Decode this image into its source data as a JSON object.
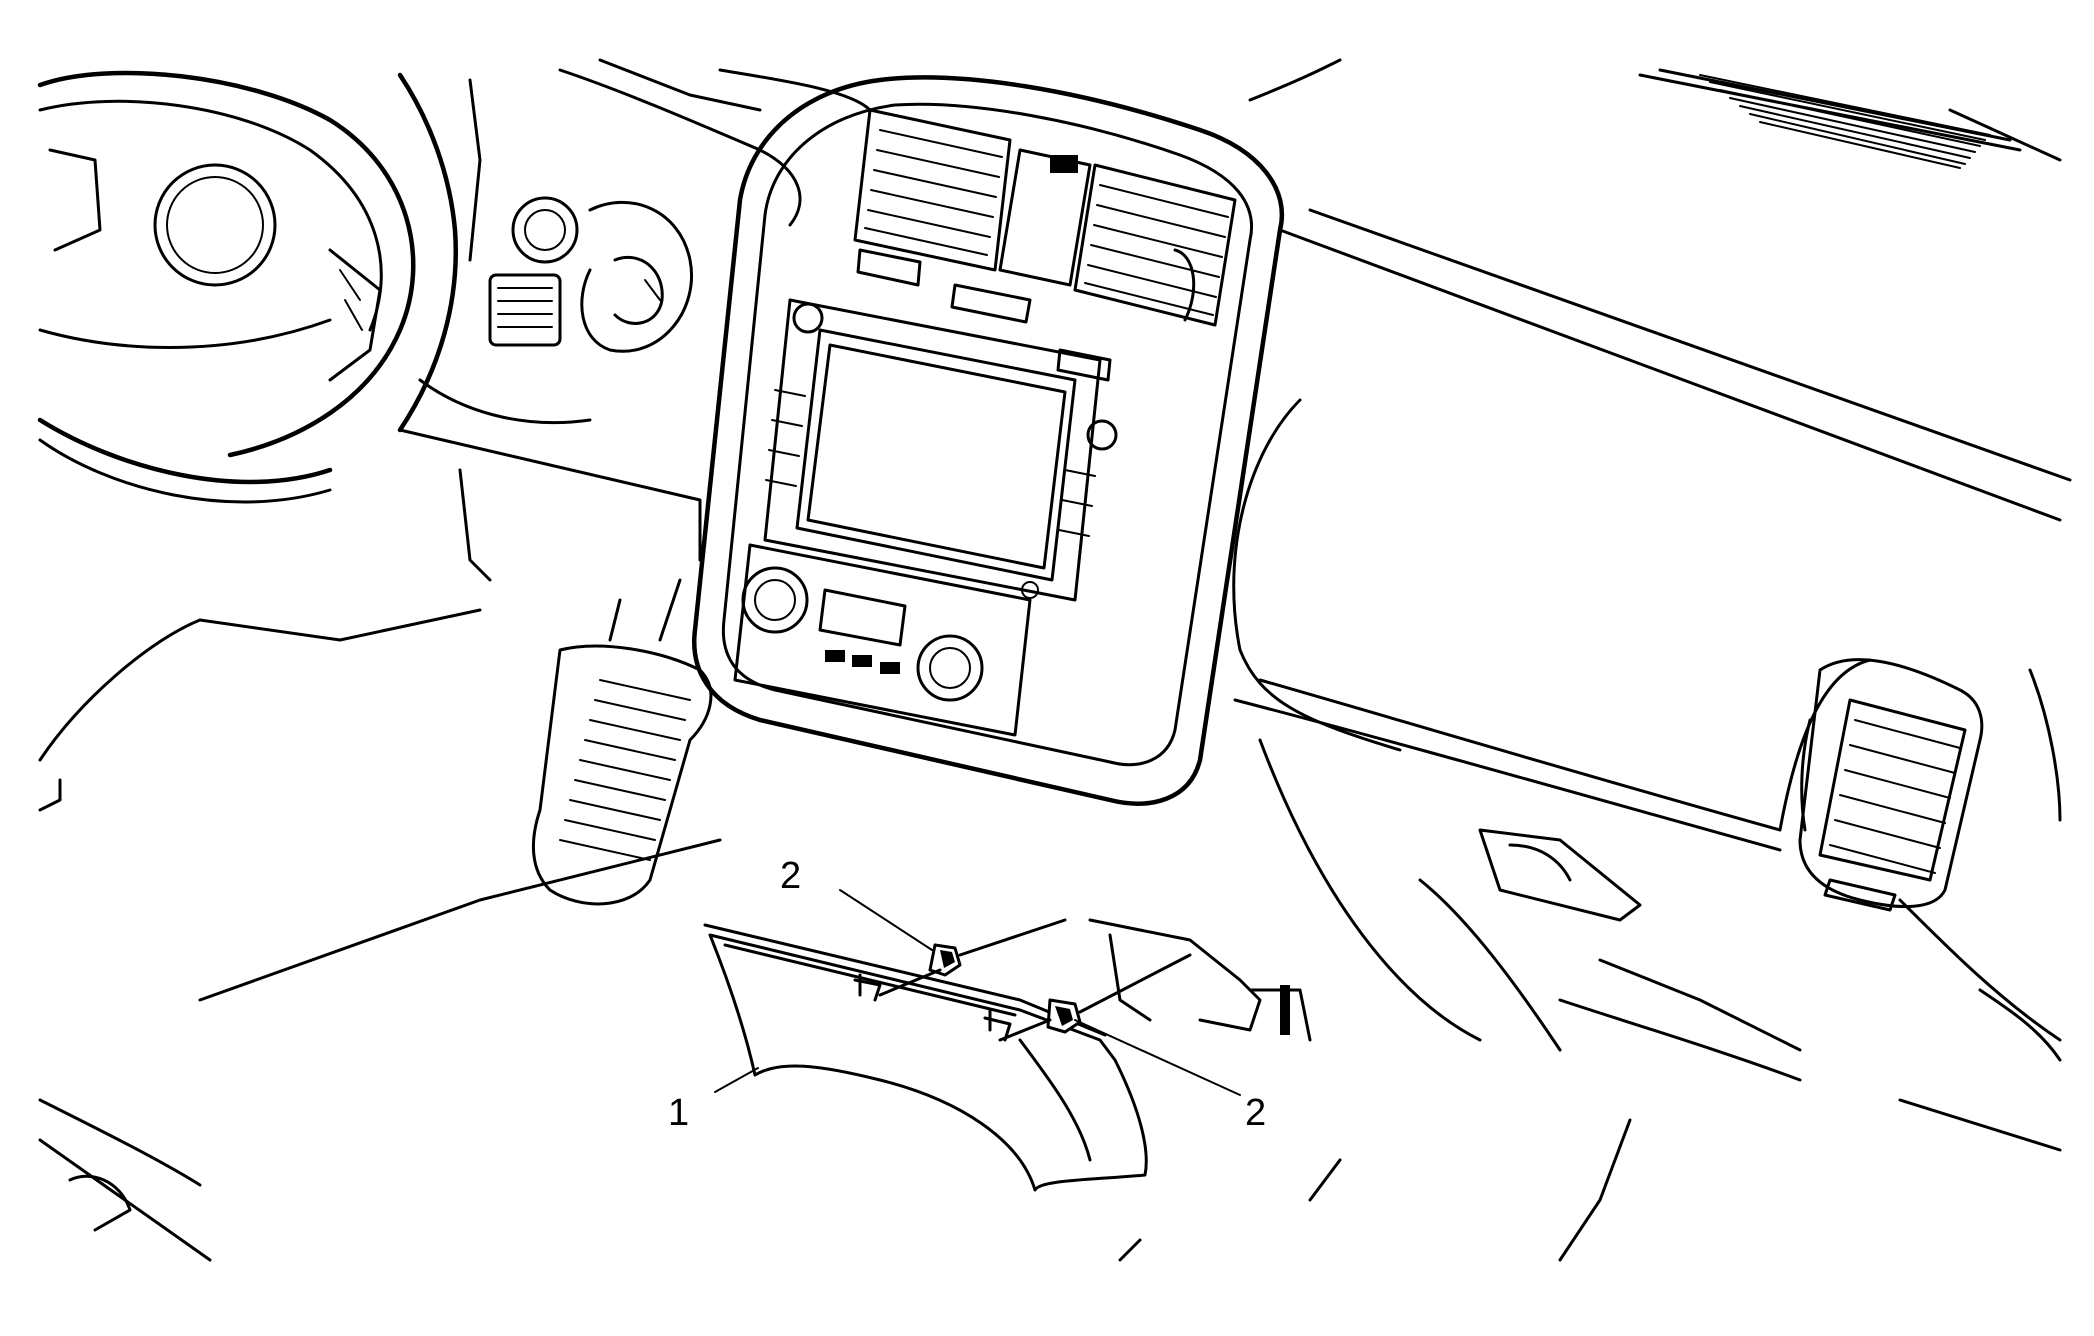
{
  "callouts": [
    {
      "id": "1",
      "label": "1"
    },
    {
      "id": "2a",
      "label": "2"
    },
    {
      "id": "2b",
      "label": "2"
    }
  ]
}
